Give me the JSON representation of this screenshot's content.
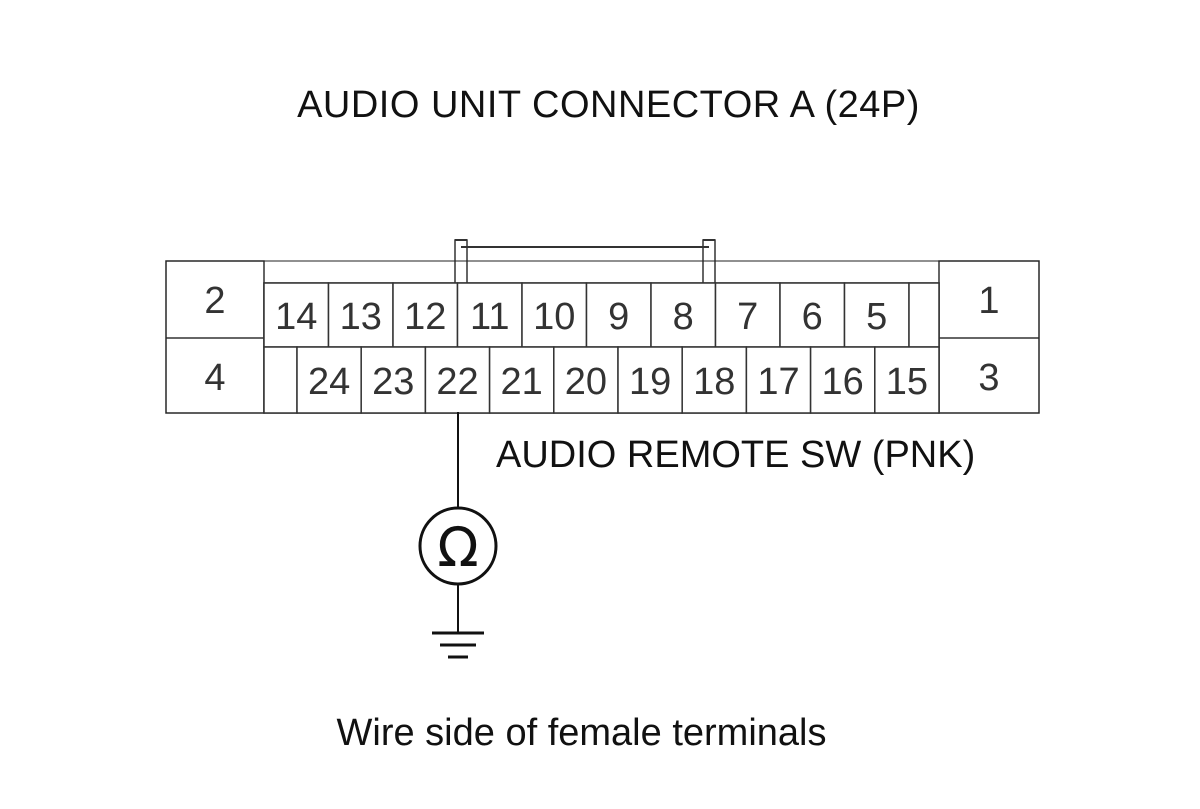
{
  "title": "AUDIO UNIT CONNECTOR A (24P)",
  "wire_label": "AUDIO REMOTE SW (PNK)",
  "caption": "Wire side of female terminals",
  "meter_symbol": "Ω",
  "ground_icon": "ground-symbol",
  "connector": {
    "top_row": [
      "14",
      "13",
      "12",
      "11",
      "10",
      "9",
      "8",
      "7",
      "6",
      "5"
    ],
    "bottom_row": [
      "24",
      "23",
      "22",
      "21",
      "20",
      "19",
      "18",
      "17",
      "16",
      "15"
    ],
    "left_terminals": [
      "2",
      "4"
    ],
    "right_terminals": [
      "1",
      "3"
    ],
    "probed_terminal": "22"
  }
}
